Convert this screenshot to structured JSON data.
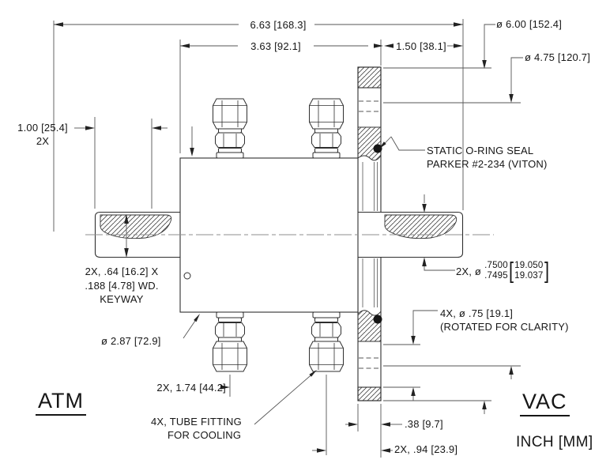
{
  "drawing": {
    "dims": {
      "overall": "6.63 [168.3]",
      "body_len": "3.63 [92.1]",
      "right_ext": "1.50 [38.1]",
      "flange_od": "ø 6.00 [152.4]",
      "bolt_circle": "ø 4.75 [120.7]",
      "left_ext": "1.00 [25.4]",
      "left_ext_qty": "2X",
      "keyway_1": "2X, .64 [16.2] X",
      "keyway_2": ".188 [4.78] WD.",
      "keyway_3": "KEYWAY",
      "body_dia": "ø 2.87 [72.9]",
      "fitting_span": "2X, 1.74 [44.2]",
      "flange_thk": ".38 [9.7]",
      "fitting_offset": "2X, .94 [23.9]",
      "shaft_dia_prefix": "2X, ø",
      "shaft_dia_in_hi": ".7500",
      "shaft_dia_in_lo": ".7495",
      "shaft_dia_mm_hi": "19.050",
      "shaft_dia_mm_lo": "19.037",
      "bracket_open": "[",
      "bracket_close": "]",
      "holes_1": "4X, ø .75 [19.1]",
      "holes_2": "(ROTATED FOR CLARITY)"
    },
    "callouts": {
      "oring_1": "STATIC O-RING SEAL",
      "oring_2": "PARKER #2-234 (VITON)",
      "tube_1": "4X, TUBE FITTING",
      "tube_2": "FOR COOLING"
    },
    "labels": {
      "atm": "ATM",
      "vac": "VAC",
      "units": "INCH [MM]"
    }
  }
}
